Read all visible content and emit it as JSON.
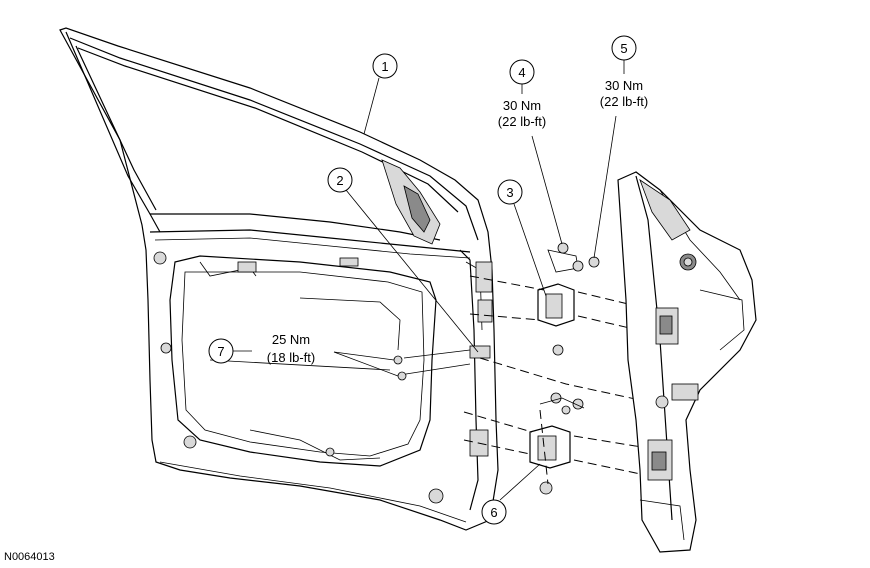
{
  "callouts": [
    {
      "id": "1",
      "label": "1"
    },
    {
      "id": "2",
      "label": "2"
    },
    {
      "id": "3",
      "label": "3"
    },
    {
      "id": "4",
      "label": "4",
      "torque_nm": "30 Nm",
      "torque_lbft": "(22 lb-ft)"
    },
    {
      "id": "5",
      "label": "5",
      "torque_nm": "30 Nm",
      "torque_lbft": "(22 lb-ft)"
    },
    {
      "id": "6",
      "label": "6"
    },
    {
      "id": "7",
      "label": "7",
      "torque_nm": "25 Nm",
      "torque_lbft": "(18 lb-ft)"
    }
  ],
  "reference_code": "N0064013"
}
